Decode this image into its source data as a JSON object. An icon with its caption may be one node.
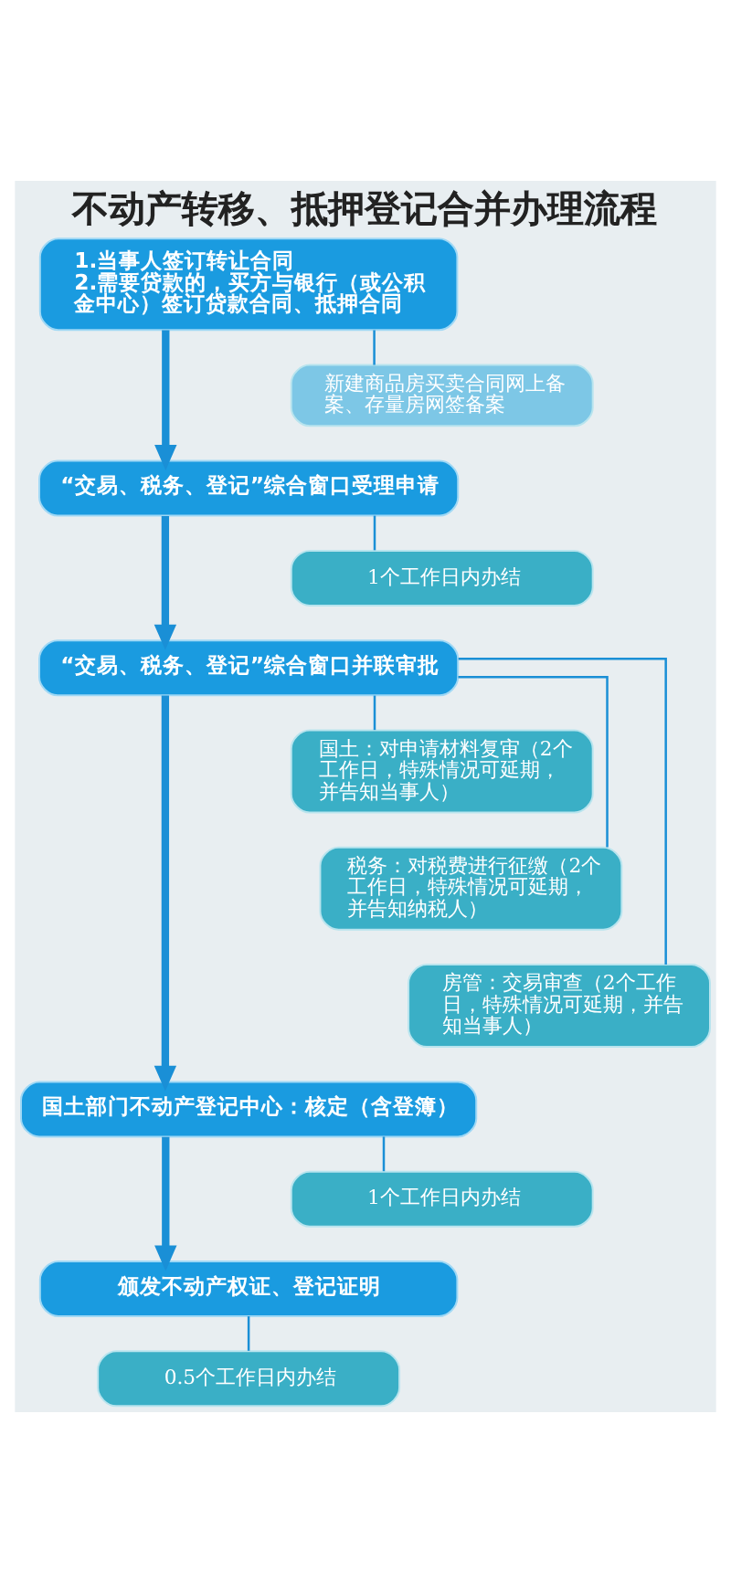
{
  "diagram": {
    "title": "不动产转移、抵押登记合并办理流程",
    "nodes": [
      {
        "text": [
          "1.当事人签订转让合同",
          "2.需要贷款的，买方与银行（或公积金中心）签订贷款合同、抵押合同"
        ]
      },
      {
        "text": [
          "新建商品房买卖合同网上备案、存量房网签备案"
        ]
      },
      {
        "text": [
          "“交易、税务、登记”综合窗口受理申请"
        ]
      },
      {
        "text": [
          "1个工作日内办结"
        ]
      },
      {
        "text": [
          "“交易、税务、登记”综合窗口并联审批"
        ]
      },
      {
        "text": [
          "国土：对申请材料复审（2个工作日，特殊情况可延期，并告知当事人）"
        ]
      },
      {
        "text": [
          "税务：对税费进行征缴（2个工作日，特殊情况可延期，并告知纳税人）"
        ]
      },
      {
        "text": [
          "房管：交易审查（2个工作日，特殊情况可延期，并告知当事人）"
        ]
      },
      {
        "text": [
          "国土部门不动产登记中心：核定（含登簿）"
        ]
      },
      {
        "text": [
          "1个工作日内办结"
        ]
      },
      {
        "text": [
          "颁发不动产权证、登记证明"
        ]
      },
      {
        "text": [
          "0.5个工作日内办结"
        ]
      }
    ],
    "edges": [
      {
        "from": 0,
        "to": 2,
        "arrow": "to",
        "style": "thick"
      },
      {
        "from": 0,
        "to": 1,
        "arrow": "none"
      },
      {
        "from": 2,
        "to": 4,
        "arrow": "to",
        "style": "thick"
      },
      {
        "from": 2,
        "to": 3,
        "arrow": "none"
      },
      {
        "from": 4,
        "to": 8,
        "arrow": "to",
        "style": "thick"
      },
      {
        "from": 4,
        "to": 5,
        "arrow": "none"
      },
      {
        "from": 4,
        "to": 6,
        "arrow": "none"
      },
      {
        "from": 4,
        "to": 7,
        "arrow": "none"
      },
      {
        "from": 8,
        "to": 10,
        "arrow": "to",
        "style": "thick"
      },
      {
        "from": 8,
        "to": 9,
        "arrow": "none"
      },
      {
        "from": 10,
        "to": 11,
        "arrow": "none"
      }
    ]
  }
}
